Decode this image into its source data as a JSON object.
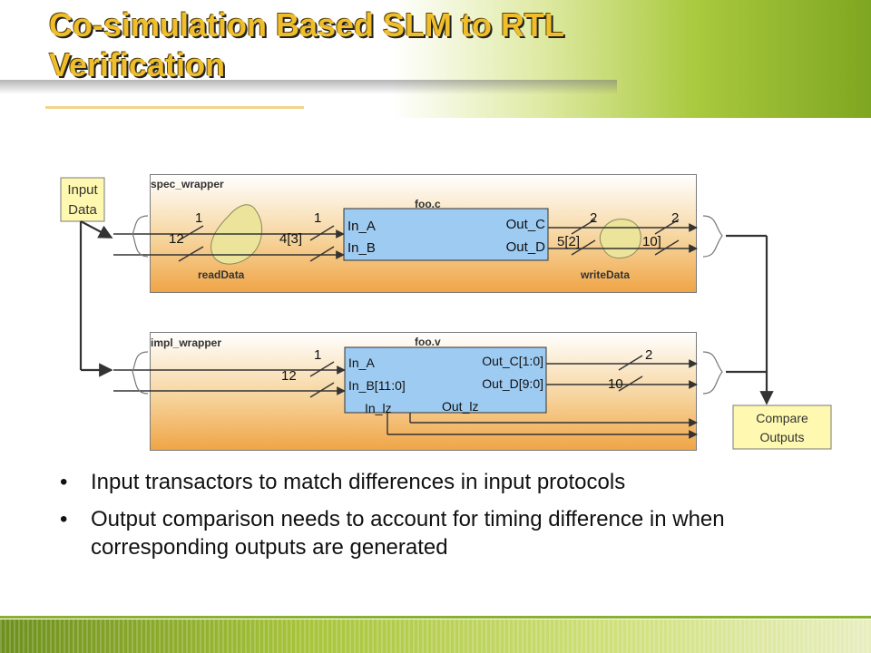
{
  "slide": {
    "title_line1": "Co-simulation Based SLM to RTL",
    "title_line2": "Verification"
  },
  "diagram": {
    "input_data_line1": "Input",
    "input_data_line2": "Data",
    "compare_line1": "Compare",
    "compare_line2": "Outputs",
    "spec_wrapper": "spec_wrapper",
    "impl_wrapper": "impl_wrapper",
    "spec_module": "foo.c",
    "impl_module": "foo.v",
    "read_data": "readData",
    "write_data": "writeData",
    "spec_ports": {
      "in_a": "In_A",
      "in_b": "In_B",
      "out_c": "Out_C",
      "out_d": "Out_D"
    },
    "impl_ports": {
      "in_a": "In_A",
      "in_b": "In_B[11:0]",
      "in_lz": "In_lz",
      "out_c": "Out_C[1:0]",
      "out_d": "Out_D[9:0]",
      "out_lz": "Out_lz"
    },
    "widths": {
      "spec_in_a_outer": "1",
      "spec_in_b_outer": "12",
      "spec_in_a_inner": "1",
      "spec_in_b_inner": "4[3]",
      "spec_out_c_inner": "2",
      "spec_out_d_inner": "5[2]",
      "spec_out_c_outer": "2",
      "spec_out_d_outer": "10]",
      "impl_in_a": "1",
      "impl_in_b": "12",
      "impl_out_c": "2",
      "impl_out_d": "10"
    }
  },
  "bullets": [
    "Input transactors to match differences in input protocols",
    "Output comparison needs to account for timing difference in when corresponding outputs are generated"
  ]
}
